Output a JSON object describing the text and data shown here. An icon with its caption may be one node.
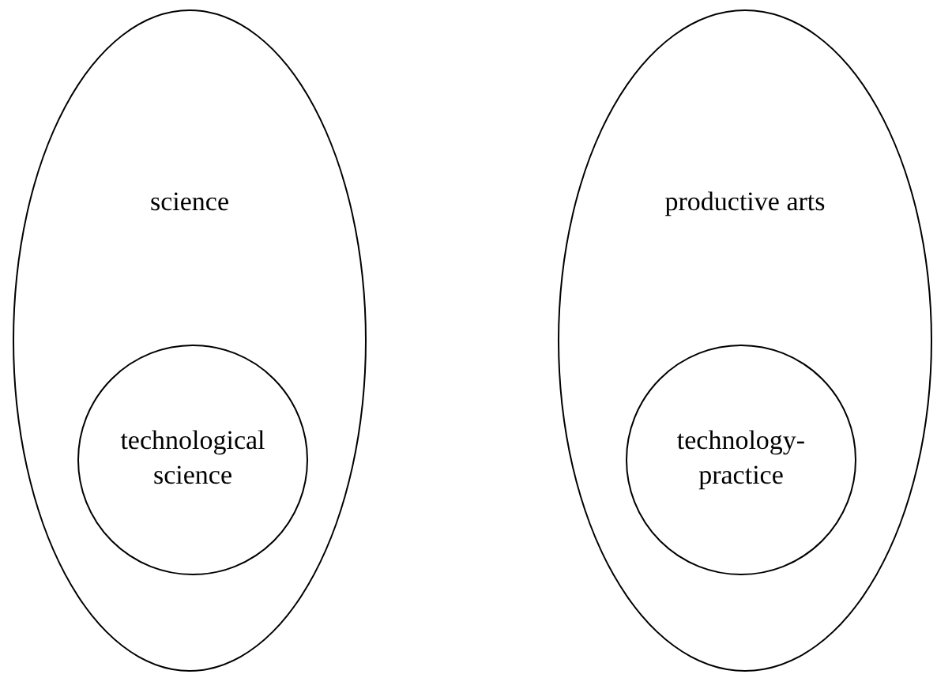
{
  "diagram": {
    "nodes": [
      {
        "text": [
          "science"
        ]
      },
      {
        "text": [
          "technological science"
        ],
        "in": 0
      },
      {
        "text": [
          "productive arts"
        ]
      },
      {
        "text": [
          "technology-practice"
        ],
        "in": 2
      }
    ]
  }
}
